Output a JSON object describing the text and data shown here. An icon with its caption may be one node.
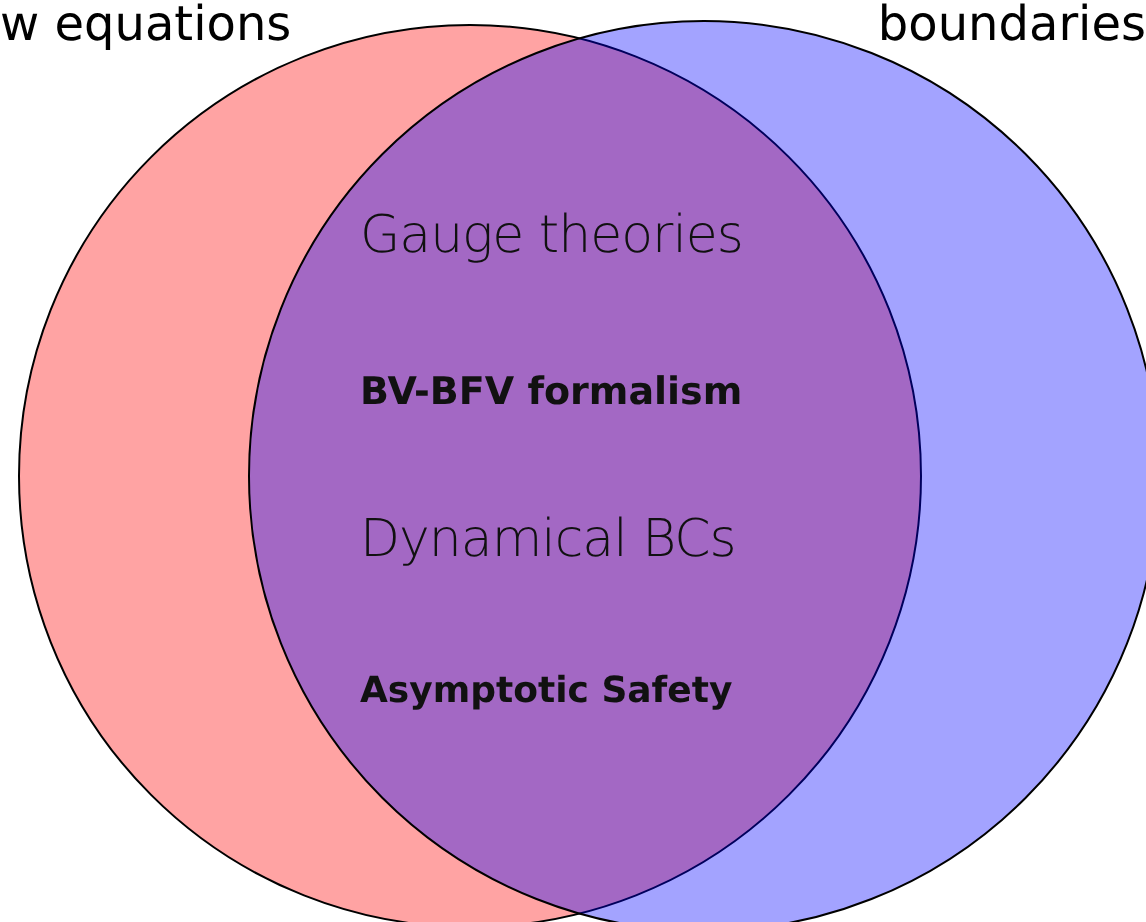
{
  "diagram": {
    "nodes": [
      {
        "text": [
          "w equations"
        ]
      },
      {
        "text": [
          "boundaries"
        ]
      }
    ],
    "edges": [],
    "labels": [
      "Gauge theories",
      "BV-BFV formalism",
      "Dynamical BCs",
      "Asymptotic Safety"
    ]
  }
}
